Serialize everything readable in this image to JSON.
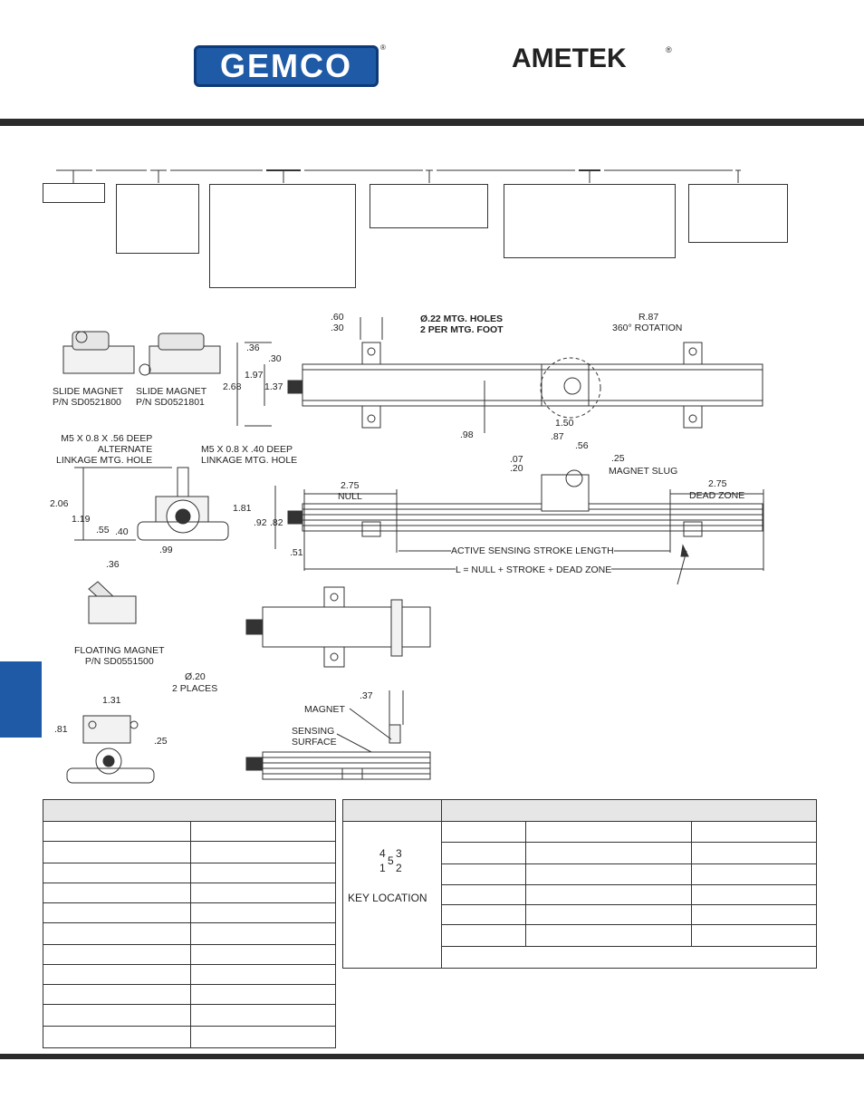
{
  "brand_left": {
    "name": "GEMCO",
    "mark": "®"
  },
  "brand_right": {
    "name": "AMETEK",
    "mark": "®"
  },
  "slide_magnet_1": {
    "line1": "SLIDE MAGNET",
    "line2": "P/N  SD0521800"
  },
  "slide_magnet_2": {
    "line1": "SLIDE MAGNET",
    "line2": "P/N  SD0521801"
  },
  "floating_magnet": {
    "line1": "FLOATING MAGNET",
    "line2": "P/N SD0551500"
  },
  "top_view": {
    "d60": ".60",
    "d30a": ".30",
    "holes1": "Ø.22 MTG. HOLES",
    "holes2": "2 PER MTG. FOOT",
    "r87": "R.87",
    "rotation": "360° ROTATION",
    "d36": ".36",
    "d30b": ".30",
    "d268": "2.68",
    "d197": "1.97",
    "d137": "1.37",
    "d98": ".98",
    "d150": "1.50",
    "d87": ".87",
    "d56": ".56"
  },
  "end_view": {
    "m5a1": "M5 X 0.8 X .56 DEEP",
    "m5a2": "ALTERNATE",
    "m5a3": "LINKAGE MTG. HOLE",
    "m5b1": "M5 X 0.8 X .40 DEEP",
    "m5b2": "LINKAGE MTG. HOLE",
    "d206": "2.06",
    "d119": "1.19",
    "d55": ".55",
    "d40": ".40",
    "d99": ".99",
    "d36": ".36"
  },
  "side_view": {
    "d07": ".07",
    "d20": ".20",
    "d25": ".25",
    "slug": "MAGNET SLUG",
    "null_val": "2.75",
    "null_lbl": "NULL",
    "dead_val": "2.75",
    "dead_lbl": "DEAD ZONE",
    "d181": "1.81",
    "d92": ".92",
    "d82": ".82",
    "d51": ".51",
    "active": "ACTIVE  SENSING STROKE LENGTH",
    "length": "L = NULL + STROKE + DEAD ZONE"
  },
  "float_view": {
    "dia": "Ø.20",
    "places": "2 PLACES",
    "d131": "1.31",
    "d81": ".81",
    "d25": ".25"
  },
  "magnet_view": {
    "d37": ".37",
    "magnet": "MAGNET",
    "sensing1": "SENSING",
    "sensing2": "SURFACE"
  },
  "connector": {
    "pins": [
      "4",
      "3",
      "5",
      "1",
      "2"
    ],
    "key": "KEY LOCATION"
  }
}
